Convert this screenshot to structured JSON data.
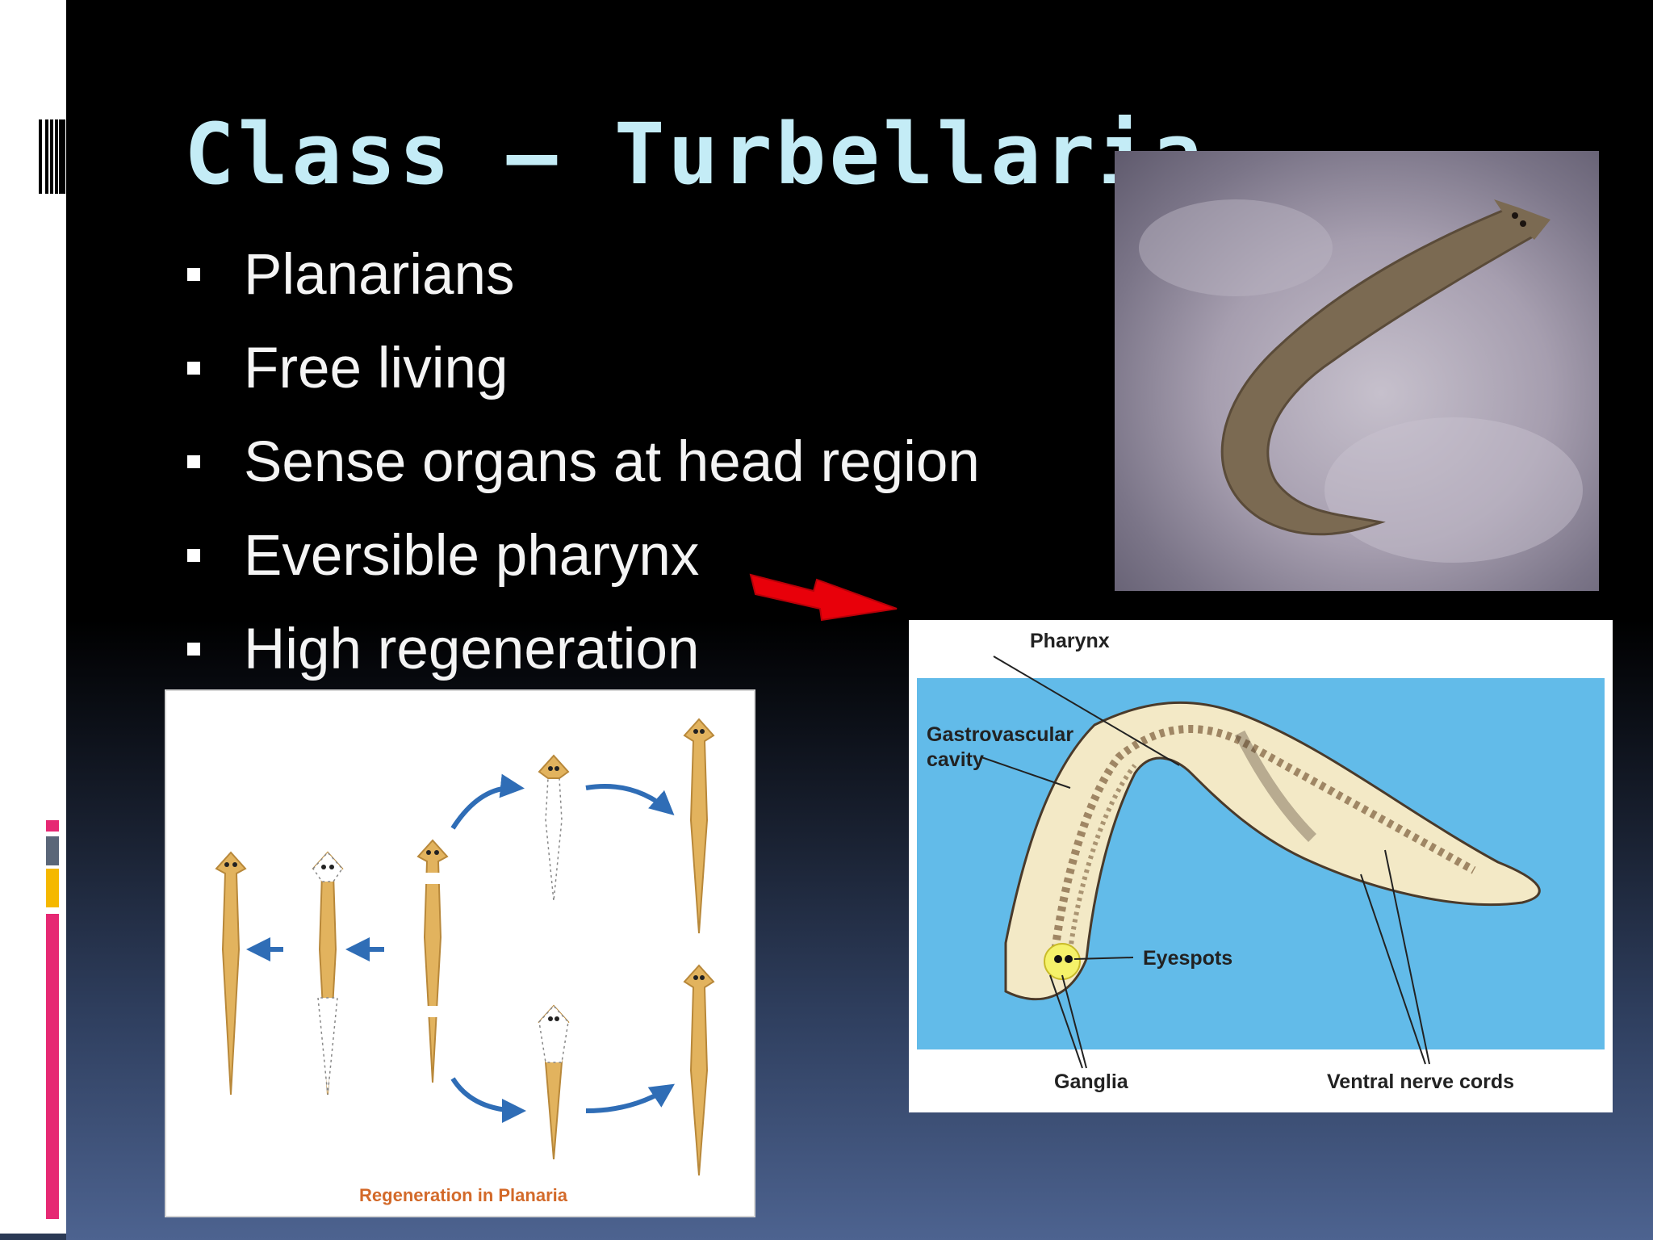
{
  "slide": {
    "title": "Class – Turbellaria",
    "bullets": [
      "Planarians",
      "Free living",
      "Sense organs at head region",
      "Eversible pharynx",
      "High regeneration"
    ]
  },
  "figures": {
    "regeneration": {
      "caption": "Regeneration in Planaria"
    },
    "anatomy": {
      "labels": {
        "pharynx": "Pharynx",
        "gastrovascular_line1": "Gastrovascular",
        "gastrovascular_line2": "cavity",
        "eyespots": "Eyespots",
        "ganglia": "Ganglia",
        "nerve_cords": "Ventral nerve cords"
      }
    }
  },
  "colors": {
    "title": "#c4ecf6",
    "bullet_text": "#f4f4f4",
    "accent_pink": "#e62873",
    "accent_gray": "#5a6678",
    "accent_orange": "#f5b800",
    "arrow_red": "#e8000a",
    "diagram_blue": "#62bbe9",
    "regen_arrow": "#2f6db6",
    "caption_orange": "#d36a2a",
    "worm_tan": "#e2b35e"
  },
  "icons": {
    "bullet": "square-bullet-icon",
    "pointer": "red-arrow-icon"
  }
}
